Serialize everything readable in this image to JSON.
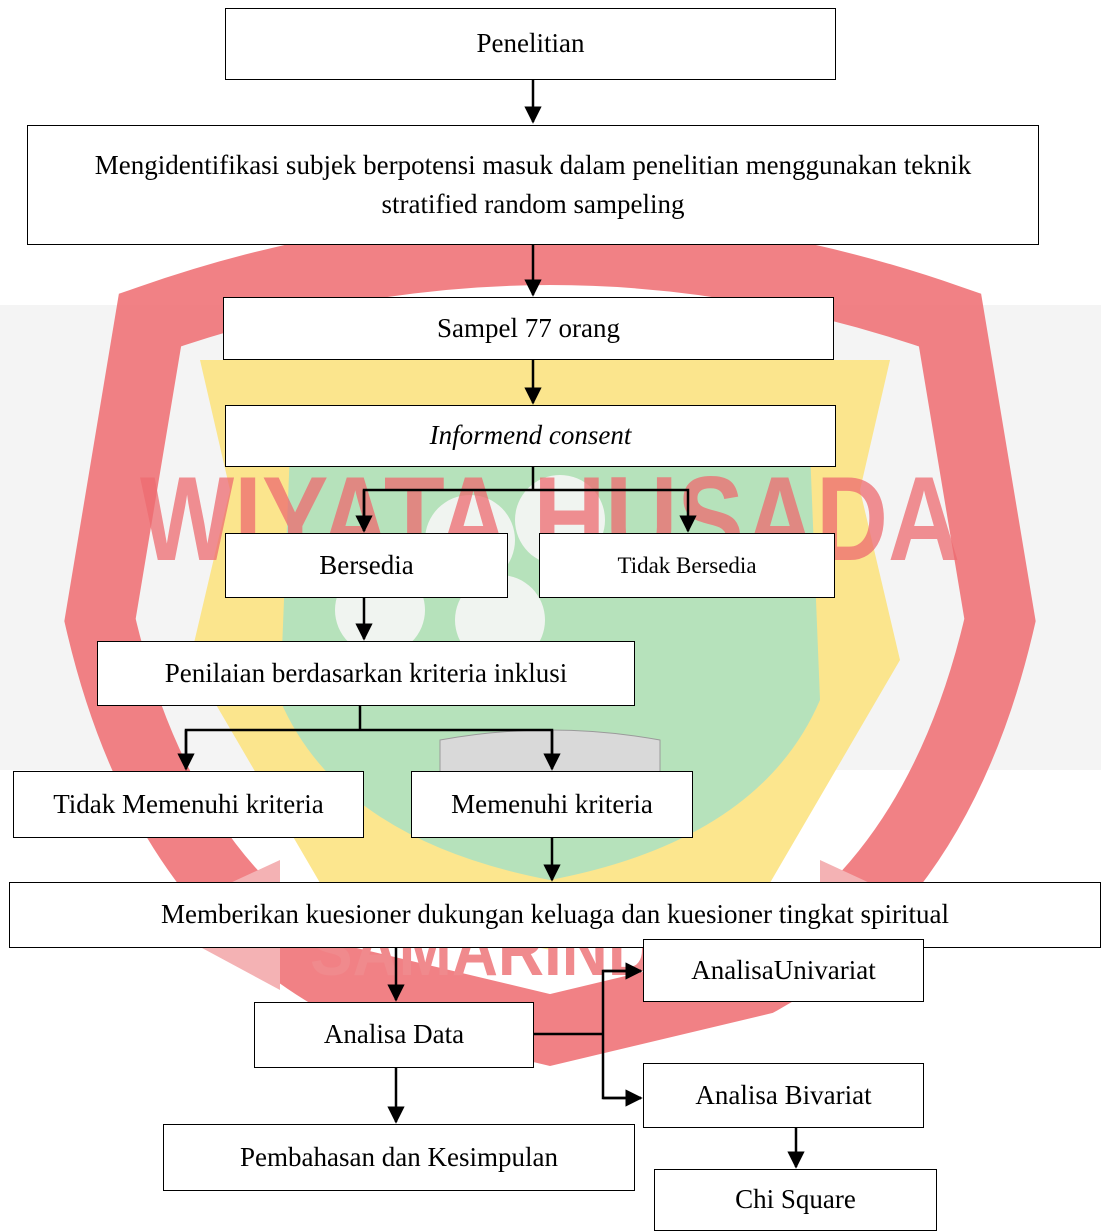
{
  "watermark": {
    "upper_text": "WIYATA HUSADA",
    "lower_text": "SAMARINDA",
    "colors": {
      "red": "#e8202a",
      "yellow": "#f6d21a",
      "green": "#a8dcae",
      "gray": "#9a9a9a"
    }
  },
  "flow": {
    "penelitian": "Penelitian",
    "identifikasi": "Mengidentifikasi subjek berpotensi masuk dalam penelitian menggunakan teknik stratified random sampeling",
    "sampel": "Sampel 77 orang",
    "consent": "Informend consent",
    "bersedia": "Bersedia",
    "tidak_bersedia": "Tidak Bersedia",
    "penilaian": "Penilaian berdasarkan kriteria inklusi",
    "tidak_memenuhi": "Tidak Memenuhi kriteria",
    "memenuhi": "Memenuhi kriteria",
    "kuesioner": "Memberikan kuesioner dukungan keluaga dan kuesioner tingkat spiritual",
    "analisa_data": "Analisa Data",
    "univariat": "AnalisaUnivariat",
    "bivariat": "Analisa Bivariat",
    "pembahasan": "Pembahasan dan Kesimpulan",
    "chi_square": "Chi Square"
  }
}
